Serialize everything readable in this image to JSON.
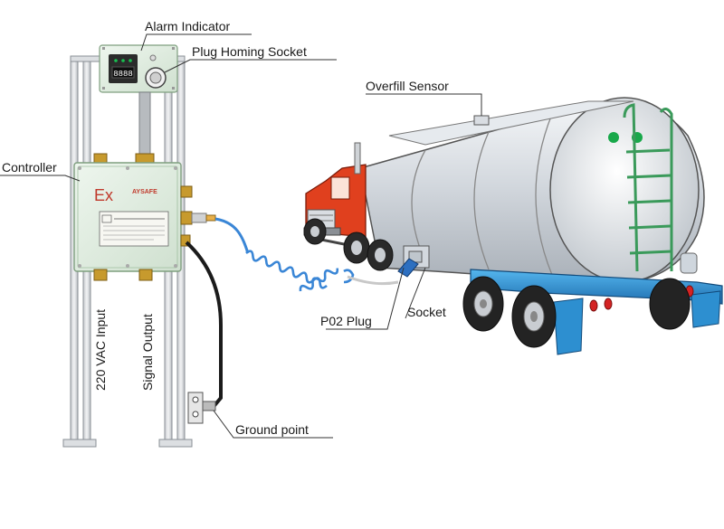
{
  "labels": {
    "alarm_indicator": "Alarm Indicator",
    "plug_homing_socket": "Plug Homing Socket",
    "overfill_sensor": "Overfill Sensor",
    "controller": "Controller",
    "vac_input": "220 VAC Input",
    "signal_output": "Signal Output",
    "p02_plug": "P02 Plug",
    "socket": "Socket",
    "ground_point": "Ground point"
  },
  "controller_box": {
    "ex_mark": "Ex",
    "brand": "AYSAFE"
  },
  "alarm_display": {
    "digits": "8888"
  },
  "colors": {
    "enclosure": "#e4efe4",
    "enclosure_edge": "#8fae8f",
    "cab_red": "#e0401e",
    "tank_silver": "#d9dde2",
    "ladder_green": "#3a9a5a",
    "frame_blue": "#2d8fd0",
    "hose_blue": "#3a86d6",
    "sensor_lights": "#18a84a"
  }
}
